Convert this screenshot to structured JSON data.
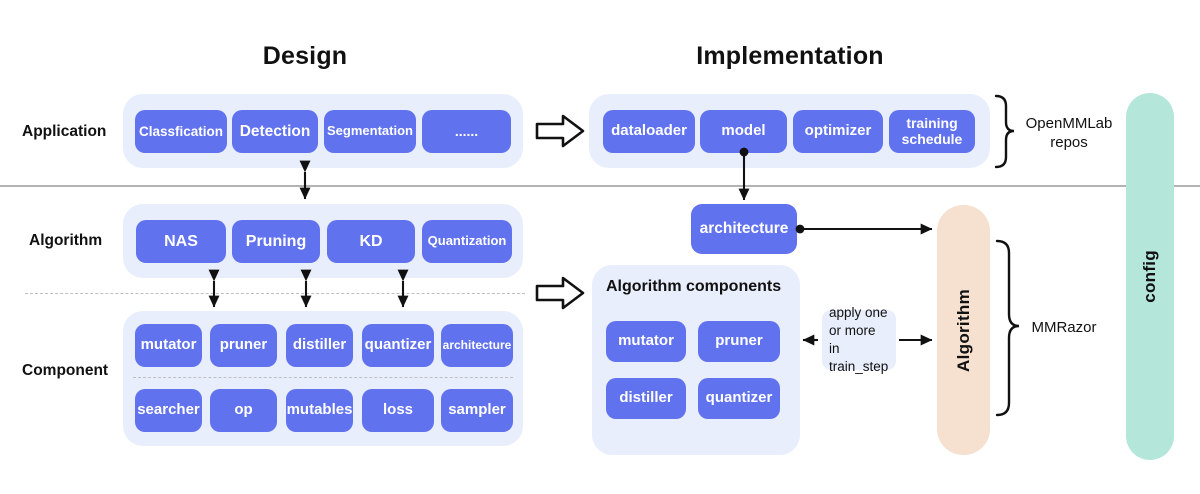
{
  "headings": {
    "design": "Design",
    "implementation": "Implementation"
  },
  "row_labels": {
    "application": "Application",
    "algorithm": "Algorithm",
    "component": "Component"
  },
  "design": {
    "application_row": [
      "Classfication",
      "Detection",
      "Segmentation",
      "......"
    ],
    "algorithm_row": [
      "NAS",
      "Pruning",
      "KD",
      "Quantization"
    ],
    "component_row_top": [
      "mutator",
      "pruner",
      "distiller",
      "quantizer",
      "architecture"
    ],
    "component_row_bottom": [
      "searcher",
      "op",
      "mutables",
      "loss",
      "sampler"
    ]
  },
  "implementation": {
    "application_row": [
      "dataloader",
      "model",
      "optimizer",
      "training\nschedule"
    ],
    "architecture_box": "architecture",
    "components_panel_title": "Algorithm components",
    "components": [
      "mutator",
      "pruner",
      "distiller",
      "quantizer"
    ],
    "note": "apply one\nor more in\ntrain_step",
    "algorithm_bar": "Algorithm",
    "config_bar": "config"
  },
  "braces": {
    "openmmlab": "OpenMMLab\nrepos",
    "mmrazor": "MMRazor"
  },
  "colors": {
    "chip_blue": "#6172ef",
    "panel_blue": "#e8eefb",
    "algorithm_peach": "#f6e0cf",
    "config_mint": "#b4e6da",
    "divider_gray": "#b3b3b3",
    "dash_gray": "#bfbfbf",
    "text_dark": "#111111",
    "background": "#ffffff"
  }
}
